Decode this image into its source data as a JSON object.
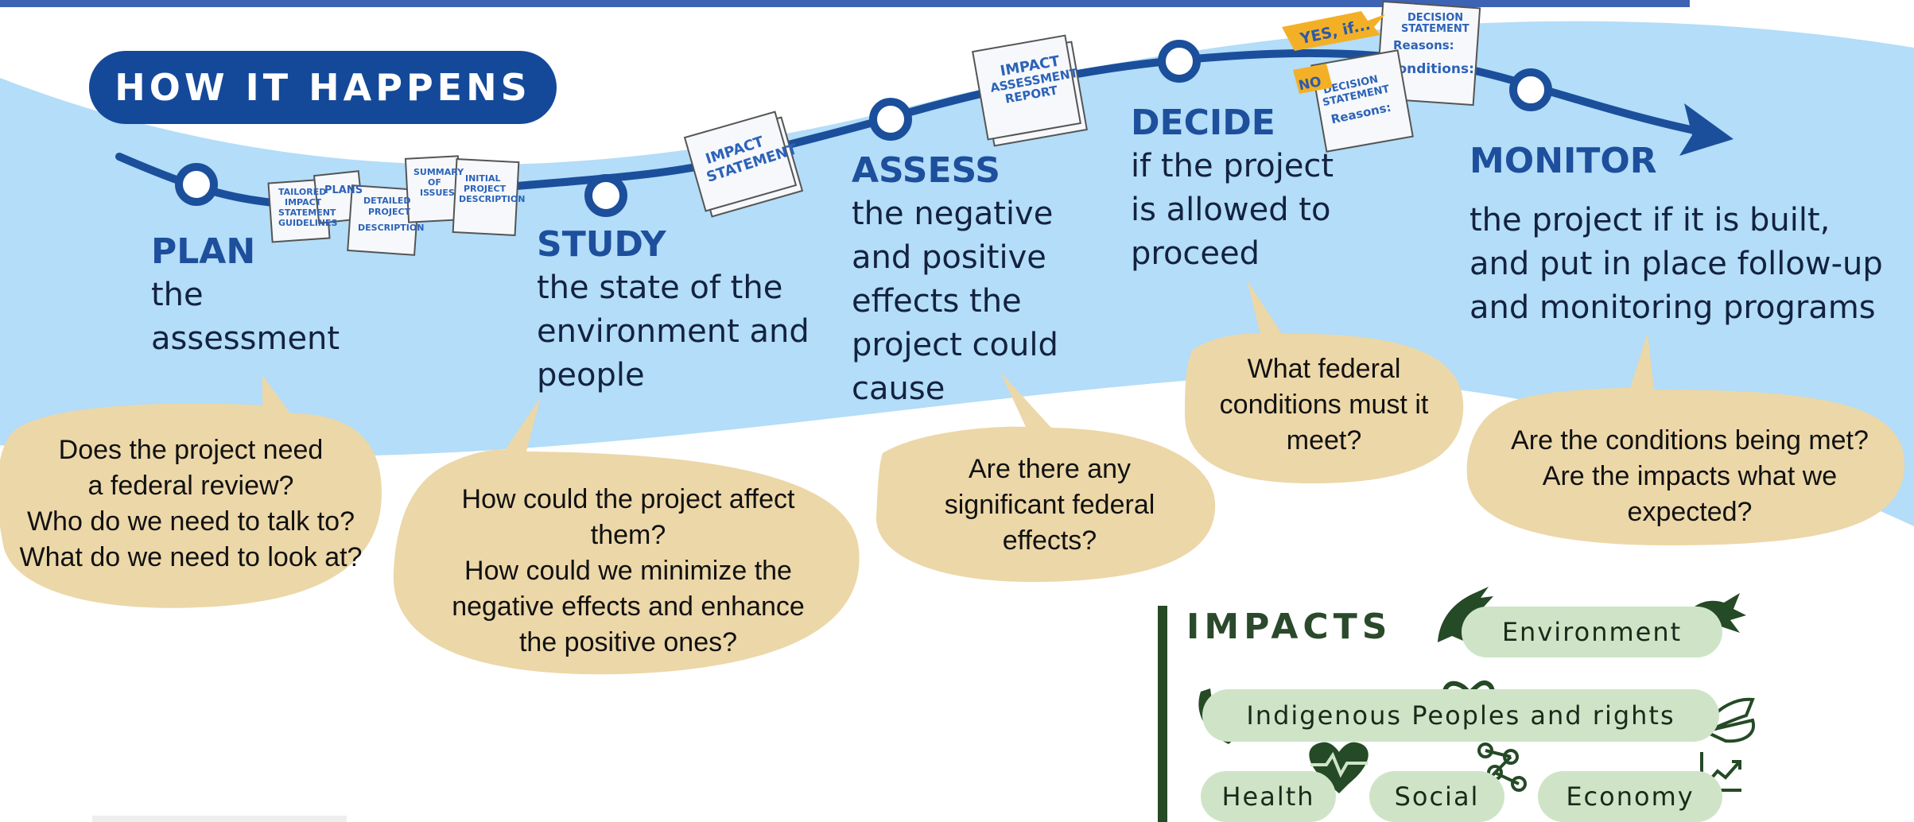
{
  "title": "HOW IT HAPPENS",
  "stages": [
    {
      "heading": "PLAN",
      "text": "the\nassessment"
    },
    {
      "heading": "STUDY",
      "text": "the state of the\nenvironment and\npeople"
    },
    {
      "heading": "ASSESS",
      "text": "the negative\nand positive\neffects the\nproject could\ncause"
    },
    {
      "heading": "DECIDE",
      "text": "if the project\nis allowed to\nproceed"
    },
    {
      "heading": "MONITOR",
      "text": "the project if it is built,\nand put in place follow-up\nand monitoring programs"
    }
  ],
  "questions": [
    "Does the project need\na federal review?\nWho do we need to talk to?\nWhat do we need to look at?",
    "How could the project affect\nthem?\nHow could we minimize the\nnegative effects and enhance\nthe positive ones?",
    "Are there any\nsignificant federal\neffects?",
    "What federal\nconditions must it\nmeet?",
    "Are the conditions being met?\nAre the impacts what we\nexpected?"
  ],
  "documents": {
    "plan": [
      "TAILORED IMPACT STATEMENT GUIDELINES",
      "PLANS",
      "DETAILED PROJECT DESCRIPTION",
      "SUMMARY OF ISSUES",
      "INITIAL PROJECT DESCRIPTION"
    ],
    "study": "IMPACT STATEMENT",
    "assess": "IMPACT ASSESSMENT REPORT",
    "decide": {
      "yes_flag": "YES, if...",
      "no_flag": "NO",
      "decision_statement": "DECISION STATEMENT",
      "reasons": "Reasons:",
      "conditions": "Conditions:"
    }
  },
  "impacts": {
    "title": "IMPACTS",
    "items": [
      "Environment",
      "Indigenous Peoples and rights",
      "Health",
      "Social",
      "Economy"
    ],
    "icons": [
      "eagle-icon",
      "fish-icon",
      "feather-icon",
      "ulu-knife-icon",
      "infinity-icon",
      "heart-rate-icon",
      "network-icon",
      "growth-chart-icon"
    ]
  },
  "colors": {
    "navy": "#14499a",
    "band": "#b3ddf8",
    "path": "#1b4f9b",
    "bubble": "#ecd7a8",
    "impact_pill": "#cfe4c7",
    "impact_dark": "#254a26"
  }
}
